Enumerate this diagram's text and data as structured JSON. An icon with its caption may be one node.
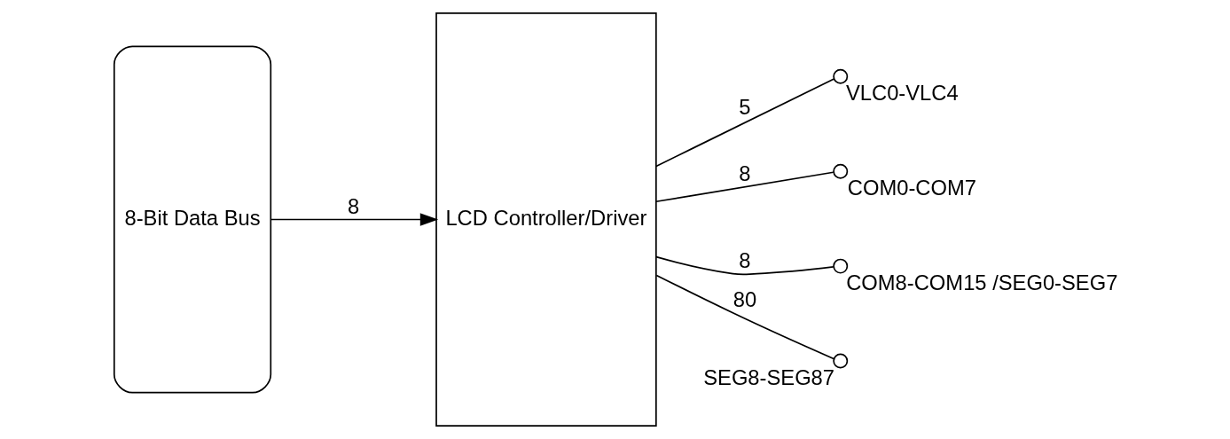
{
  "diagram": {
    "nodes": [
      {
        "text": [
          "8-Bit Data Bus"
        ]
      },
      {
        "text": [
          "LCD Controller/Driver"
        ]
      },
      {
        "text": [],
        "shape": "circle",
        "beside": [
          "VLC0-VLC4"
        ]
      },
      {
        "text": [],
        "shape": "circle",
        "beside": [
          "COM0-COM7"
        ]
      },
      {
        "text": [],
        "shape": "circle",
        "beside": [
          "COM8-COM15 /SEG0-SEG7"
        ]
      },
      {
        "text": [],
        "shape": "circle",
        "beside": [
          "SEG8-SEG87"
        ]
      }
    ],
    "edges": [
      {
        "from": 0,
        "to": 1,
        "arrow": "to",
        "label": "8"
      },
      {
        "from": 1,
        "to": 2,
        "arrow": "none",
        "label": "5"
      },
      {
        "from": 1,
        "to": 3,
        "arrow": "none",
        "label": "8"
      },
      {
        "from": 1,
        "to": 4,
        "arrow": "none",
        "label": "8"
      },
      {
        "from": 1,
        "to": 5,
        "arrow": "none",
        "label": "80"
      }
    ]
  }
}
